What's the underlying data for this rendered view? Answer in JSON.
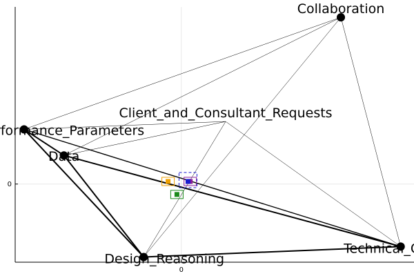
{
  "chart_data": {
    "type": "network",
    "xlim": [
      -0.75,
      1.05
    ],
    "ylim": [
      -0.3,
      0.68
    ],
    "x_ticks": [
      {
        "value": 0,
        "label": "0"
      }
    ],
    "y_ticks": [
      {
        "value": 0,
        "label": "0"
      }
    ],
    "grid": true,
    "nodes": [
      {
        "id": "collaboration",
        "label": "Collaboration",
        "x": 0.72,
        "y": 0.64
      },
      {
        "id": "performance",
        "label": "Performance_Parameters",
        "x": -0.71,
        "y": 0.21
      },
      {
        "id": "client",
        "label": "Client_and_Consultant_Requests",
        "x": 0.2,
        "y": 0.24
      },
      {
        "id": "data",
        "label": "Data",
        "x": -0.53,
        "y": 0.11
      },
      {
        "id": "design",
        "label": "Design_Reasoning",
        "x": -0.17,
        "y": -0.28
      },
      {
        "id": "technical",
        "label": "Technical_Constraints",
        "x": 0.99,
        "y": -0.24
      }
    ],
    "edges": [
      {
        "source": "performance",
        "target": "data",
        "weight": "heavy"
      },
      {
        "source": "performance",
        "target": "design",
        "weight": "heavy"
      },
      {
        "source": "data",
        "target": "design",
        "weight": "heavy"
      },
      {
        "source": "data",
        "target": "technical",
        "weight": "heavy"
      },
      {
        "source": "design",
        "target": "technical",
        "weight": "heavy"
      },
      {
        "source": "performance",
        "target": "technical",
        "weight": "medium"
      },
      {
        "source": "performance",
        "target": "collaboration",
        "weight": "light"
      },
      {
        "source": "data",
        "target": "collaboration",
        "weight": "light"
      },
      {
        "source": "data",
        "target": "client",
        "weight": "light"
      },
      {
        "source": "performance",
        "target": "client",
        "weight": "light"
      },
      {
        "source": "design",
        "target": "collaboration",
        "weight": "light"
      },
      {
        "source": "design",
        "target": "client",
        "weight": "light"
      },
      {
        "source": "collaboration",
        "target": "technical",
        "weight": "light"
      },
      {
        "source": "client",
        "target": "technical",
        "weight": "light"
      }
    ],
    "markers": [
      {
        "id": "orange",
        "x": -0.06,
        "y": 0.01,
        "color": "#f0a000",
        "box_style": "solid"
      },
      {
        "id": "purple",
        "x": 0.04,
        "y": 0.01,
        "color": "#8a1c9a",
        "box_style": "solid"
      },
      {
        "id": "blue",
        "x": 0.03,
        "y": 0.01,
        "color": "#1a1ad0",
        "box_style": "dashed"
      },
      {
        "id": "green",
        "x": -0.02,
        "y": -0.04,
        "color": "#1a8a1a",
        "box_style": "solid"
      }
    ],
    "colors": {
      "edge": "#000000",
      "node": "#000000",
      "grid": "#e8e8e8",
      "axis": "#000000"
    }
  }
}
